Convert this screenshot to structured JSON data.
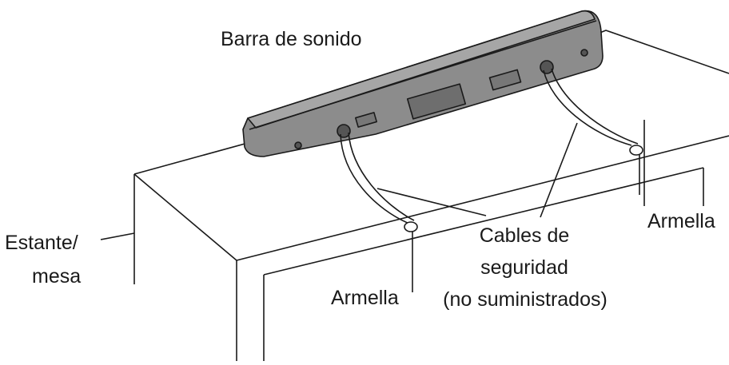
{
  "labels": {
    "soundbar": "Barra de sonido",
    "shelf_line1": "Estante/",
    "shelf_line2": "mesa",
    "eyebolt_right": "Armella",
    "eyebolt_left": "Armella",
    "cables_line1": "Cables de",
    "cables_line2": "seguridad",
    "cables_line3": "(no suministrados)"
  },
  "colors": {
    "line": "#1a1a1a",
    "soundbar_fill": "#8c8c8c",
    "soundbar_top": "#a6a6a6",
    "background": "#ffffff"
  }
}
